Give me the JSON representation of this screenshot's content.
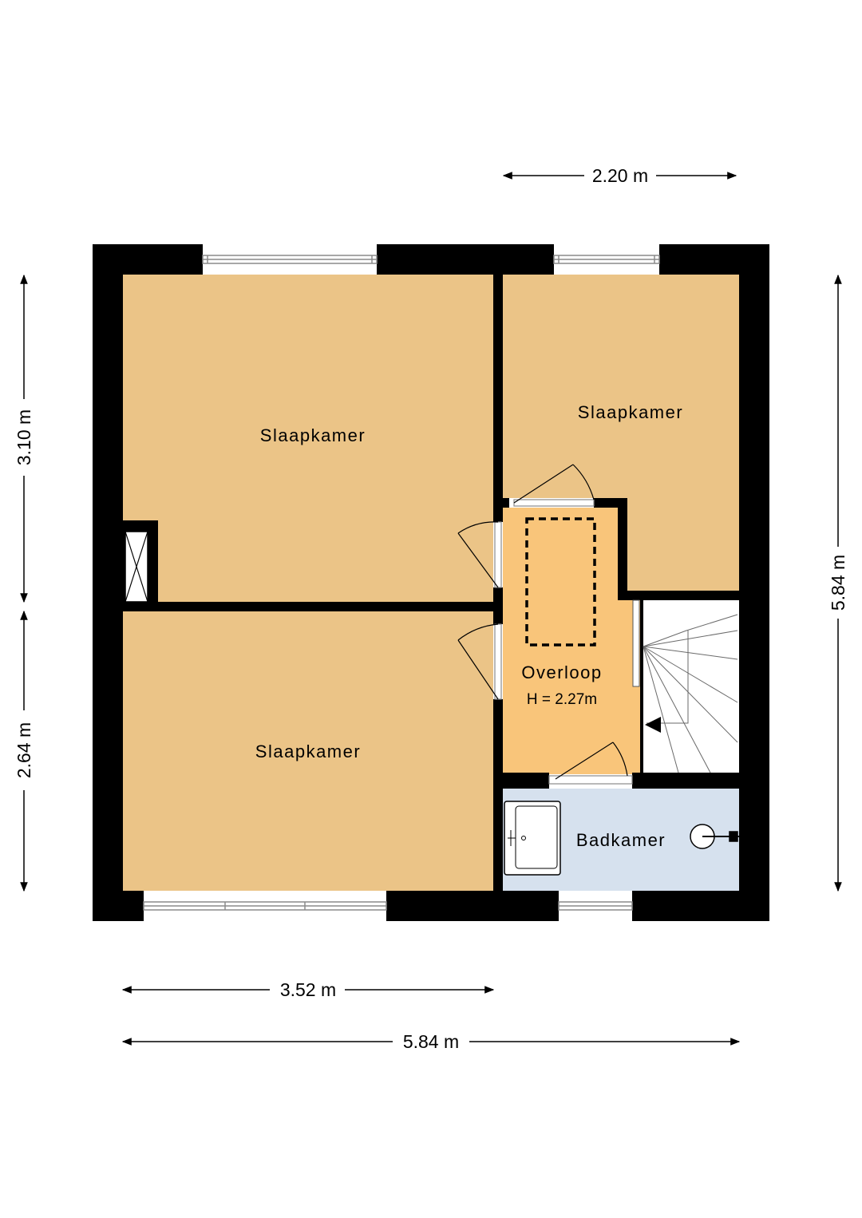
{
  "rooms": {
    "bedroom_top_left": "Slaapkamer",
    "bedroom_top_right": "Slaapkamer",
    "bedroom_bottom_left": "Slaapkamer",
    "landing": "Overloop",
    "landing_height": "H = 2.27m",
    "bathroom": "Badkamer"
  },
  "dimensions": {
    "top_width": "2.20 m",
    "left_upper_height": "3.10 m",
    "left_lower_height": "2.64 m",
    "right_height": "5.84 m",
    "bottom_inner_width": "3.52 m",
    "bottom_total_width": "5.84 m"
  },
  "colors": {
    "bedroom": "#ebc487",
    "landing": "#f9c57a",
    "bathroom": "#d6e1ee",
    "wall": "#000000",
    "window_frame": "#8a8a8a"
  }
}
